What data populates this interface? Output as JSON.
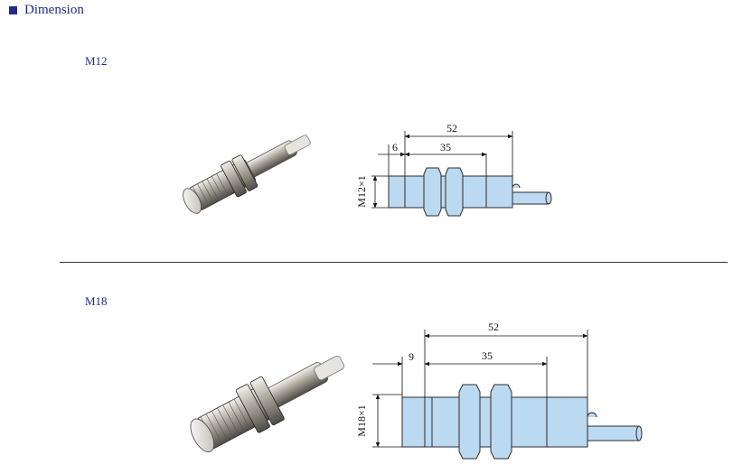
{
  "section": {
    "title": "Dimension"
  },
  "sensors": [
    {
      "label": "M12",
      "dims": {
        "total": "52",
        "body": "35",
        "offset": "6",
        "thread": "M12×1"
      }
    },
    {
      "label": "M18",
      "dims": {
        "total": "52",
        "body": "35",
        "offset": "9",
        "thread": "M18×1"
      }
    }
  ],
  "colors": {
    "accent": "#1f2a8a",
    "drawing_fill": "#bcd9f2",
    "drawing_line": "#2b2b2b"
  }
}
